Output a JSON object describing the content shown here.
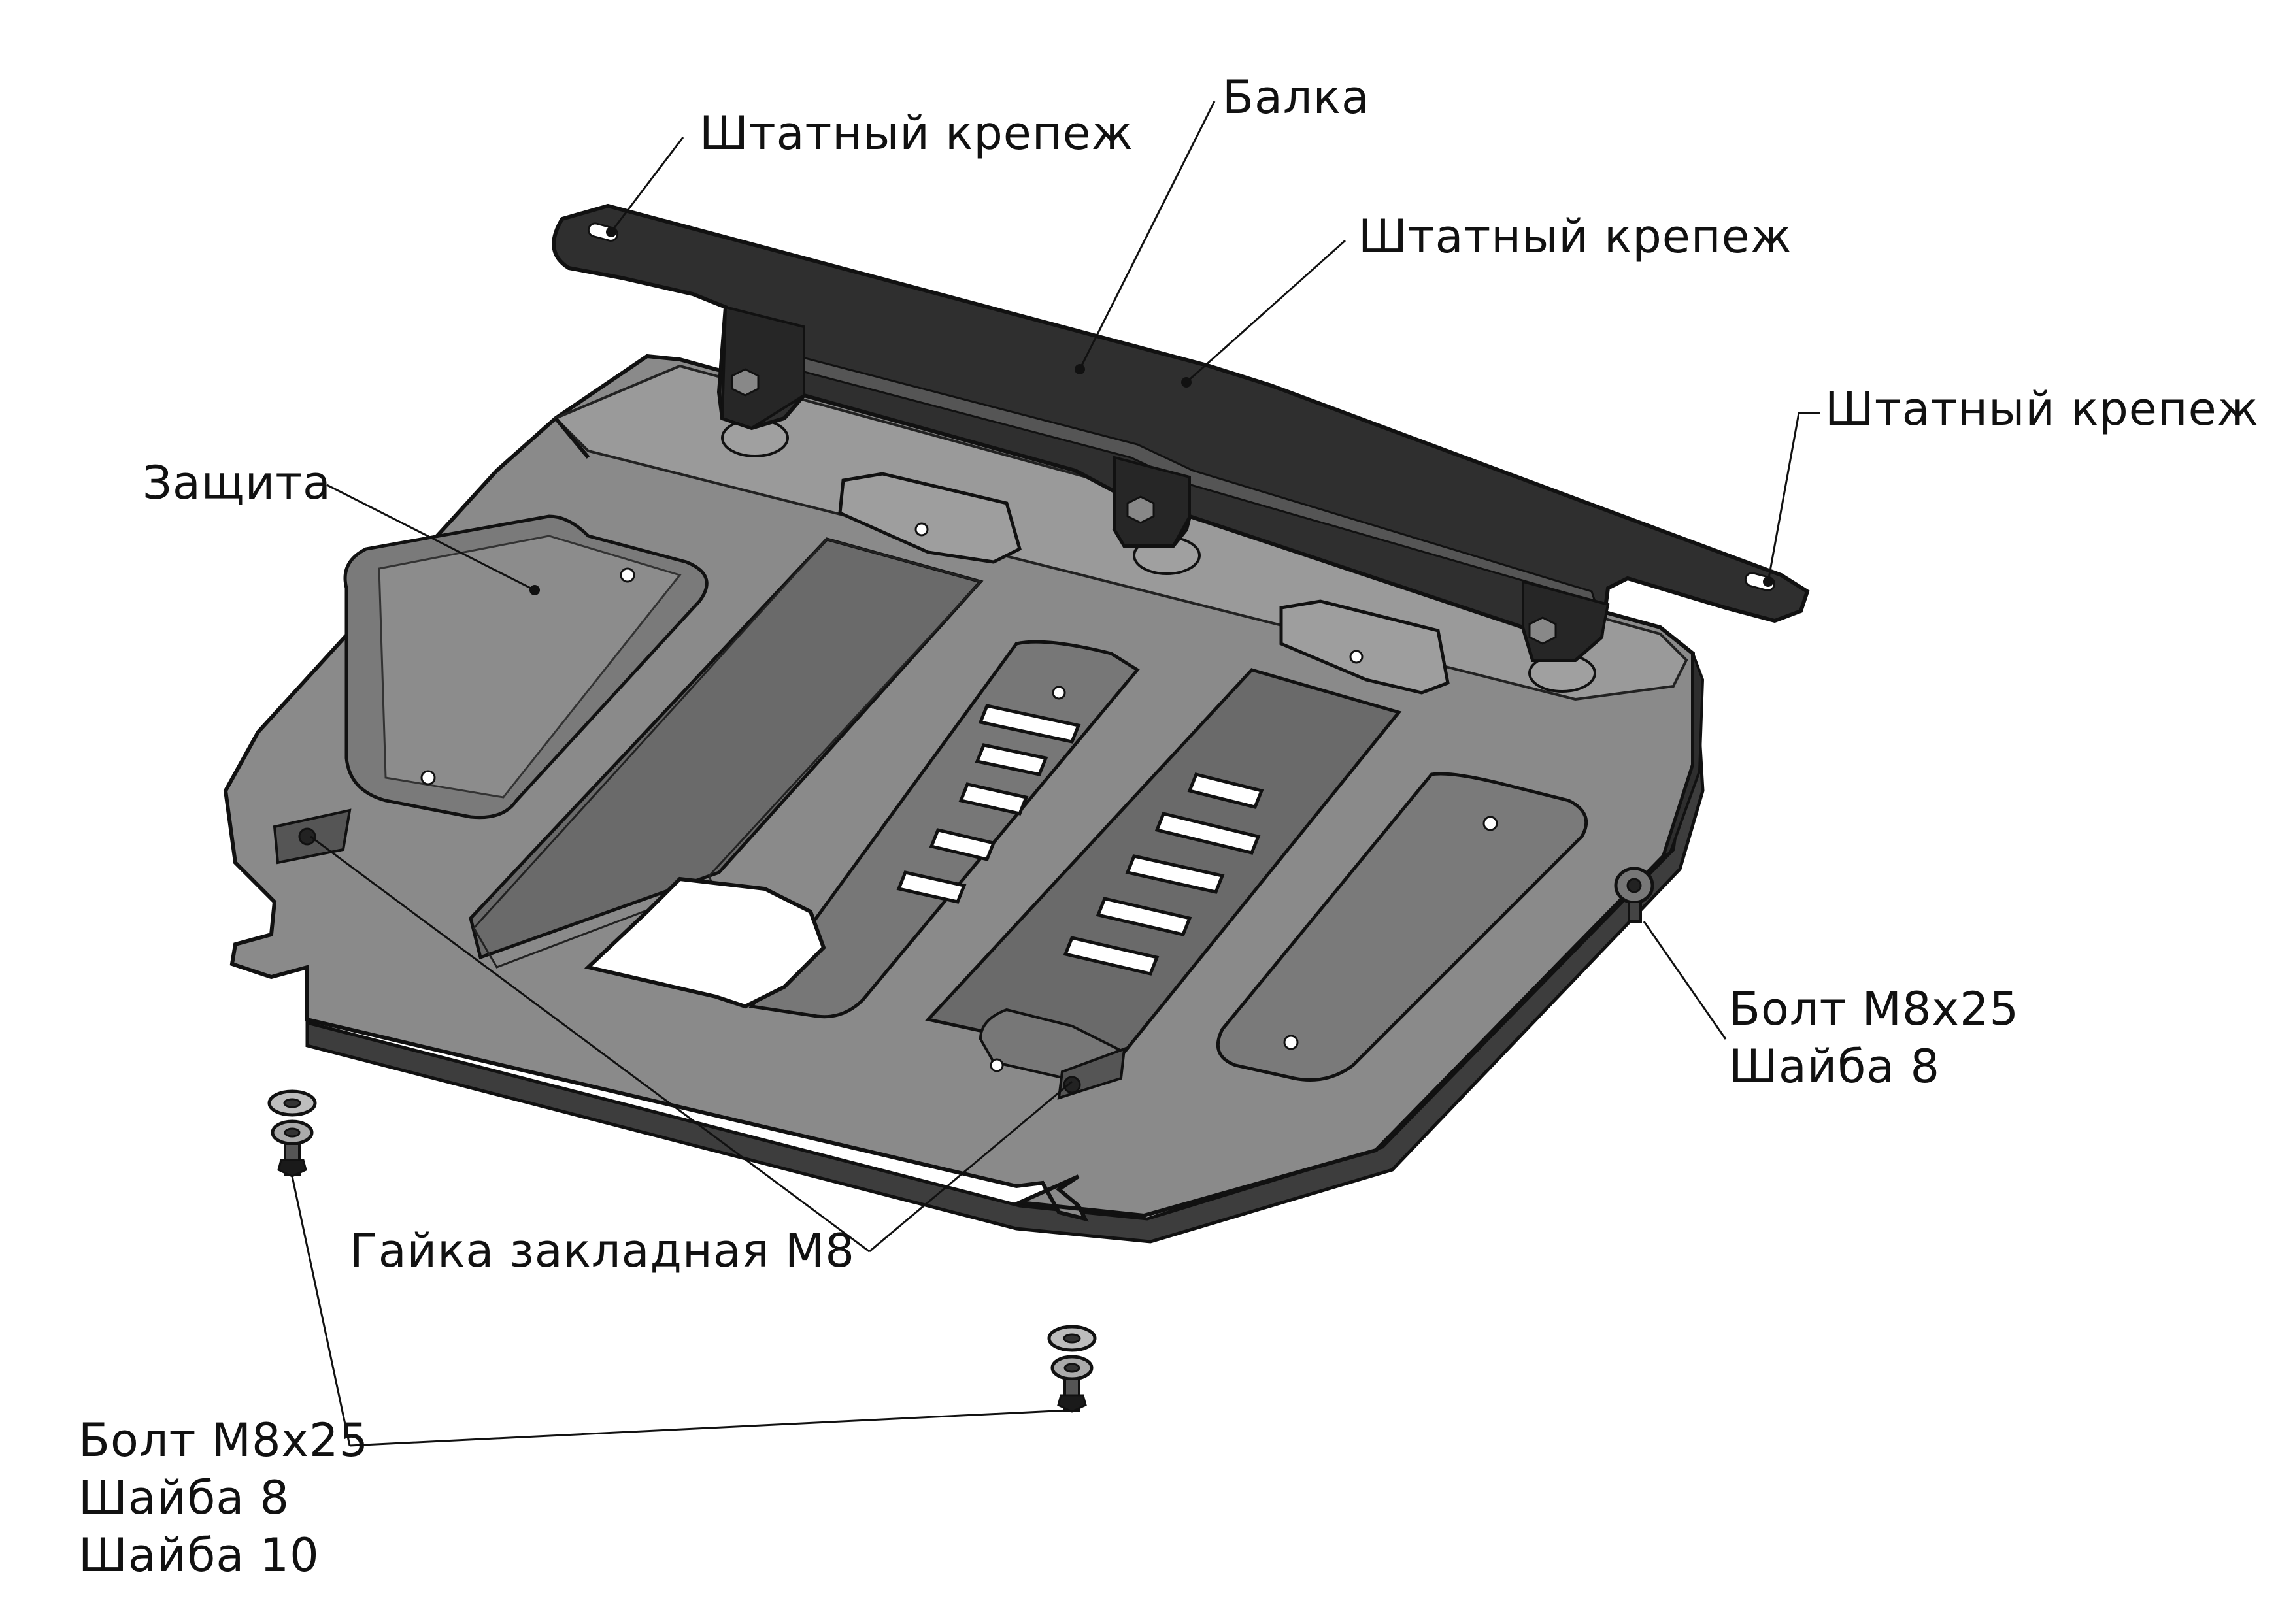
{
  "labels": {
    "shtatny_krepezh_left": "Штатный крепеж",
    "balka": "Балка",
    "shtatny_krepezh_center": "Штатный крепеж",
    "shtatny_krepezh_right": "Штатный крепеж",
    "zashchita": "Защита",
    "bolt_right_line1": "Болт М8х25",
    "bolt_right_line2": "Шайба 8",
    "gayka": "Гайка закладная М8",
    "bolt_left_line1": "Болт М8х25",
    "bolt_left_line2": "Шайба 8",
    "bolt_left_line3": "Шайба 10"
  },
  "colors": {
    "plate_light": "#8e8e8e",
    "plate_mid": "#6f6f6f",
    "plate_dark": "#474747",
    "beam": "#2f2f2f",
    "outline": "#111111",
    "opening": "#ffffff"
  }
}
